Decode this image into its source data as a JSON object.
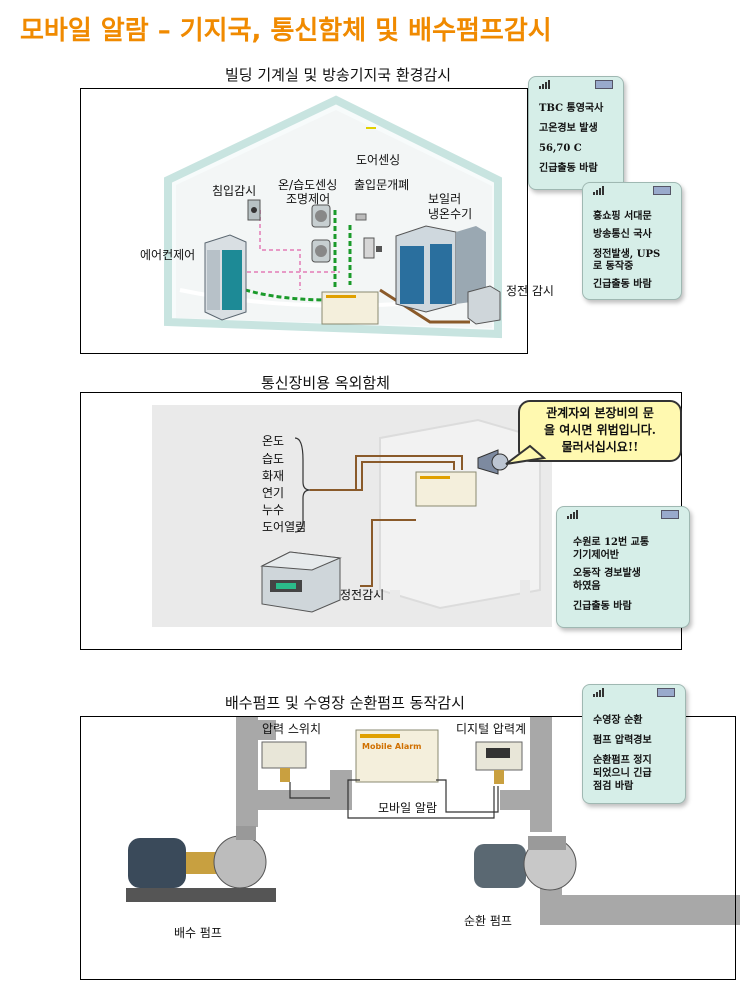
{
  "header": {
    "title": "모바일 알람 – 기지국, 통신함체 및 배수펌프감시"
  },
  "section1": {
    "title": "빌딩 기계실 및 방송기지국 환경감시",
    "labels": {
      "door_sensing": "도어센싱",
      "intrusion": "침입감시",
      "temp_humidity": "온/습도센싱",
      "lighting": "조명제어",
      "access_control": "출입문개폐",
      "boiler": "보일러",
      "chiller": "냉온수기",
      "aircon": "에어컨제어",
      "power_fail": "정전 감시"
    },
    "phone1": {
      "lines": [
        "TBC 통영국사",
        "고온경보 발생",
        "56,70 C",
        "긴급출동 바람"
      ]
    },
    "phone2": {
      "lines": [
        "홍쇼핑 서대문",
        "방송통신 국사",
        "정전발생, UPS",
        "로 동작중",
        "긴급출동 바람"
      ]
    }
  },
  "section2": {
    "title": "통신장비용 옥외함체",
    "sensors": [
      "온도",
      "습도",
      "화재",
      "연기",
      "누수",
      "도어열림"
    ],
    "power_fail": "정전감시",
    "bubble": [
      "관계자외 본장비의 문",
      "을 여시면 위법입니다.",
      "물러서십시요!!"
    ],
    "phone": {
      "lines": [
        "수원로 12번 교통",
        "기기제어반",
        "오동작 경보발생",
        "하였음",
        "긴급출동 바람"
      ]
    }
  },
  "section3": {
    "title": "배수펌프 및 수영장 순환펌프 동작감시",
    "labels": {
      "pressure_switch": "압력 스위치",
      "digital_gauge": "디지털 압력계",
      "mobile_alarm": "모바일 알람",
      "drain_pump": "배수 펌프",
      "circ_pump": "순환 펌프"
    },
    "phone": {
      "lines": [
        "수영장 순환",
        "펌프 압력경보",
        "순환펌프 정지",
        "되었으니 긴급",
        "점검 바람"
      ]
    }
  },
  "device_brand": "Mobile Alarm",
  "colors": {
    "title": "#f08a00",
    "phone_body": "#d6eee8",
    "bubble": "#fff9b0",
    "pipe": "#a8a8a8"
  }
}
